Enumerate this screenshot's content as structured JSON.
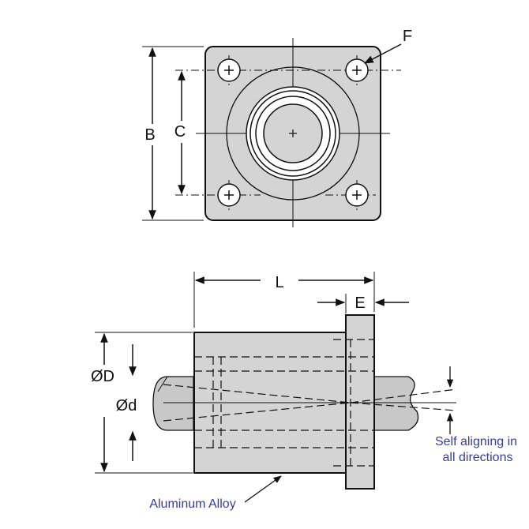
{
  "labels": {
    "F": "F",
    "B": "B",
    "C": "C",
    "L": "L",
    "E": "E",
    "D": "ØD",
    "d": "Ød"
  },
  "notes": {
    "self_aligning_line1": "Self aligning in",
    "self_aligning_line2": "all directions",
    "material": "Aluminum Alloy"
  },
  "colors": {
    "body_fill": "#d4d4d4",
    "shaft_fill": "#c8c8c8",
    "stroke": "#111111",
    "note_text": "#3a3aa0",
    "white": "#ffffff"
  }
}
